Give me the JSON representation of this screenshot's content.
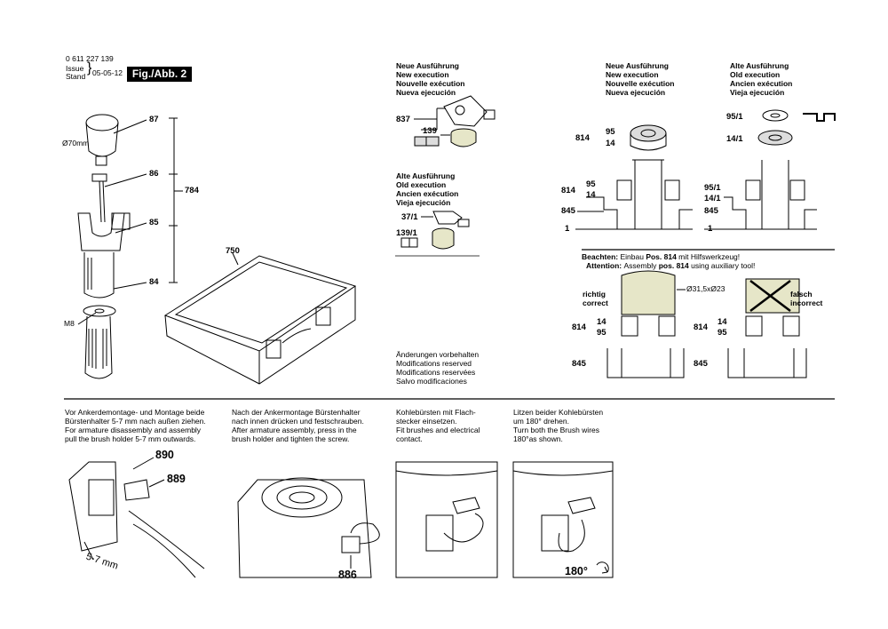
{
  "header": {
    "part_number": "0 611 227 139",
    "issue_label": "Issue",
    "stand_label": "Stand",
    "date": "05-05-12",
    "fig_label": "Fig./Abb. 2"
  },
  "left_parts": {
    "p87": "87",
    "p86": "86",
    "p85": "85",
    "p84": "84",
    "p784": "784",
    "dia": "Ø70mm",
    "m8": "M8",
    "p750": "750"
  },
  "new_exec_1": [
    "Neue Ausführung",
    "New execution",
    "Nouvelle exécution",
    "Nueva ejecución"
  ],
  "new_exec_parts": {
    "p837": "837",
    "p139": "139"
  },
  "old_exec_1": [
    "Alte Ausführung",
    "Old execution",
    "Ancien exécution",
    "Vieja ejecución"
  ],
  "old_exec_parts": {
    "p37_1": "37/1",
    "p139_1": "139/1"
  },
  "changes": [
    "Änderungen vorbehalten",
    "Modifications reserved",
    "Modifications reservées",
    "Salvo modificaciones"
  ],
  "new_exec_2": [
    "Neue Ausführung",
    "New execution",
    "Nouvelle exécution",
    "Nueva ejecución"
  ],
  "new_exec_2_parts": {
    "p814a": "814",
    "p95a": "95",
    "p14a": "14",
    "p814b": "814",
    "p95b": "95",
    "p14b": "14",
    "p845": "845",
    "p1": "1"
  },
  "old_exec_2": [
    "Alte Ausführung",
    "Old execution",
    "Ancien exécution",
    "Vieja ejecución"
  ],
  "old_exec_2_parts": {
    "p95_1a": "95/1",
    "p14_1a": "14/1",
    "p95_1b": "95/1",
    "p14_1b": "14/1",
    "p845": "845",
    "p1": "1"
  },
  "notice": {
    "beachten": "Beachten:",
    "beachten_text_pre": "Einbau ",
    "beachten_pos": "Pos. 814",
    "beachten_text_post": " mit Hilfswerkzeug!",
    "attention": "Attention:",
    "attention_text_pre": "Assembly ",
    "attention_pos": "pos. 814",
    "attention_text_post": " using auxiliary tool!",
    "richtig": "richtig",
    "correct": "correct",
    "falsch": "falsch",
    "incorrect": "incorrect",
    "dims": "Ø31,5xØ23",
    "p814a": "814",
    "p14a": "14",
    "p95a": "95",
    "p845a": "845",
    "p814b": "814",
    "p14b": "14",
    "p95b": "95",
    "p845b": "845"
  },
  "steps": {
    "s1": [
      "Vor Ankerdemontage- und Montage beide",
      "Bürstenhalter 5-7 mm nach außen ziehen.",
      "For armature disassembly and assembly",
      "pull the brush holder 5-7 mm outwards."
    ],
    "s2": [
      "Nach der Ankermontage Bürstenhalter",
      "nach innen drücken und festschrauben.",
      "After armature assembly, press in the",
      "brush holder and tighten the screw."
    ],
    "s3": [
      "Kohlebürsten mit Flach-",
      "stecker einsetzen.",
      "Fit brushes and electrical",
      "contact."
    ],
    "s4": [
      "Litzen beider Kohlebürsten",
      "um 180° drehen.",
      "Turn both the Brush wires",
      "180°as shown."
    ],
    "p890": "890",
    "p889": "889",
    "mm": "5-7 mm",
    "p886": "886",
    "deg": "180°"
  }
}
